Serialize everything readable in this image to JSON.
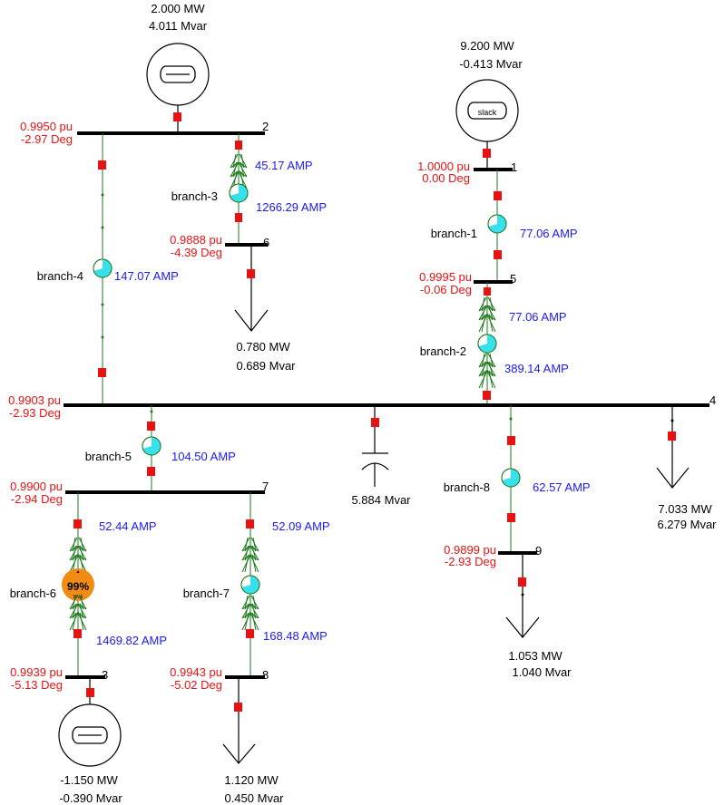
{
  "colors": {
    "voltage_text": "#e81212",
    "amp_text": "#1a1aff",
    "breaker": "#e81212",
    "branch_line": "#1e7a1e",
    "meter_fill": "#38e0ec",
    "overload_fill": "#f08c14"
  },
  "generators": {
    "gen2": {
      "mw": "2.000 MW",
      "mvar": "4.011 Mvar"
    },
    "slack": {
      "mw": "9.200 MW",
      "mvar": "-0.413 Mvar",
      "label": "slack"
    },
    "gen3": {
      "mw": "-1.150 MW",
      "mvar": "-0.390 Mvar"
    }
  },
  "buses": {
    "b1": {
      "num": "1",
      "pu": "1.0000 pu",
      "deg": "0.00 Deg"
    },
    "b2": {
      "num": "2",
      "pu": "0.9950 pu",
      "deg": "-2.97 Deg"
    },
    "b3": {
      "num": "3",
      "pu": "0.9939 pu",
      "deg": "-5.13 Deg"
    },
    "b4": {
      "num": "4",
      "pu": "0.9903 pu",
      "deg": "-2.93 Deg"
    },
    "b5": {
      "num": "5",
      "pu": "0.9995 pu",
      "deg": "-0.06 Deg"
    },
    "b6": {
      "num": "6",
      "pu": "0.9888 pu",
      "deg": "-4.39 Deg"
    },
    "b7": {
      "num": "7",
      "pu": "0.9900 pu",
      "deg": "-2.94 Deg"
    },
    "b8": {
      "num": "8",
      "pu": "0.9943 pu",
      "deg": "-5.02 Deg"
    },
    "b9": {
      "num": "9",
      "pu": "0.9899 pu",
      "deg": "-2.93 Deg"
    }
  },
  "branches": {
    "branch1": {
      "name": "branch-1",
      "amp": "77.06 AMP"
    },
    "branch2": {
      "name": "branch-2",
      "amp_top": "77.06 AMP",
      "amp_bottom": "389.14 AMP"
    },
    "branch3": {
      "name": "branch-3",
      "amp_top": "45.17 AMP",
      "amp_bottom": "1266.29 AMP"
    },
    "branch4": {
      "name": "branch-4",
      "amp": "147.07 AMP"
    },
    "branch5": {
      "name": "branch-5",
      "amp": "104.50 AMP"
    },
    "branch6": {
      "name": "branch-6",
      "amp_top": "52.44 AMP",
      "amp_bottom": "1469.82 AMP",
      "loading": "99%",
      "unit": "MVA",
      "loading_pct": 99
    },
    "branch7": {
      "name": "branch-7",
      "amp_top": "52.09 AMP",
      "amp_bottom": "168.48 AMP"
    },
    "branch8": {
      "name": "branch-8",
      "amp": "62.57 AMP"
    }
  },
  "loads": {
    "load6": {
      "mw": "0.780 MW",
      "mvar": "0.689 Mvar"
    },
    "load4": {
      "mw": "7.033 MW",
      "mvar": "6.279 Mvar"
    },
    "load9": {
      "mw": "1.053 MW",
      "mvar": "1.040 Mvar"
    },
    "load8": {
      "mw": "1.120 MW",
      "mvar": "0.450 Mvar"
    }
  },
  "shunt": {
    "mvar": "5.884 Mvar"
  }
}
